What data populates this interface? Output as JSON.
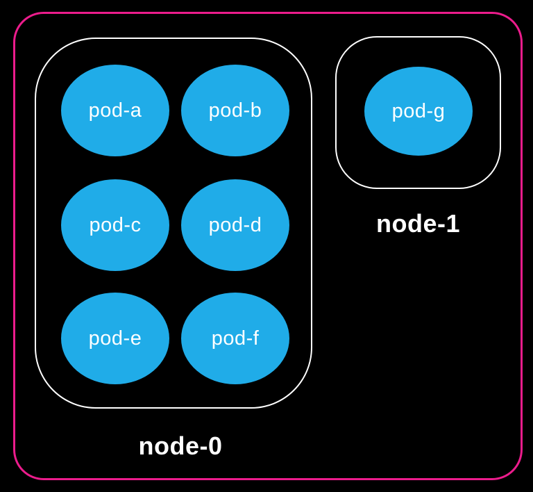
{
  "colors": {
    "background": "#000000",
    "cluster_border": "#EC1C8C",
    "node_border": "#FFFFFF",
    "pod_fill": "#20ACE8",
    "pod_text": "#FFFFFF",
    "node_label_text": "#FFFFFF"
  },
  "nodes": [
    {
      "label": "node-0",
      "pods": [
        {
          "label": "pod-a"
        },
        {
          "label": "pod-b"
        },
        {
          "label": "pod-c"
        },
        {
          "label": "pod-d"
        },
        {
          "label": "pod-e"
        },
        {
          "label": "pod-f"
        }
      ]
    },
    {
      "label": "node-1",
      "pods": [
        {
          "label": "pod-g"
        }
      ]
    }
  ]
}
